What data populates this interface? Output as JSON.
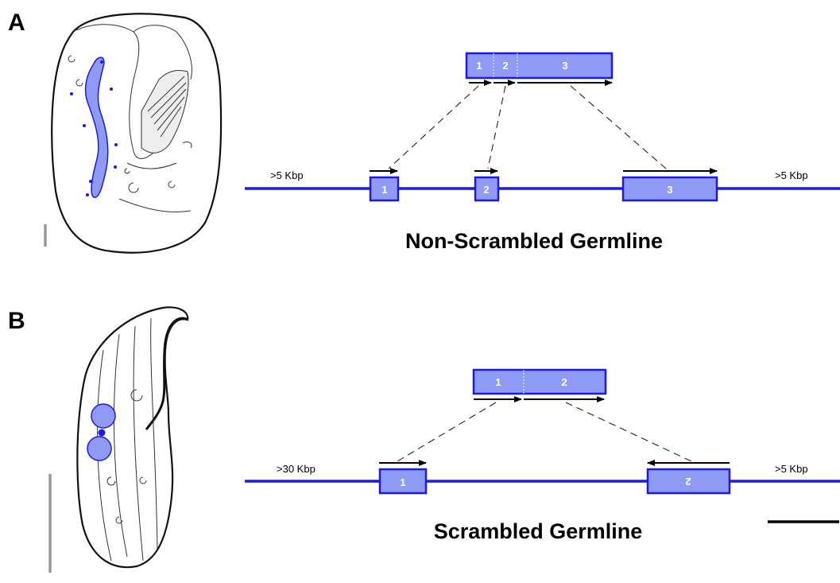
{
  "panels": {
    "a": {
      "label": "A",
      "title": "Non-Scrambled Germline",
      "left_flank": ">5 Kbp",
      "right_flank": ">5 Kbp",
      "macronuclear_segments": [
        "1",
        "2",
        "3"
      ],
      "germline_segments": [
        "1",
        "2",
        "3"
      ]
    },
    "b": {
      "label": "B",
      "title": "Scrambled Germline",
      "left_flank": ">30 Kbp",
      "right_flank": ">5 Kbp",
      "macronuclear_segments": [
        "1",
        "2"
      ],
      "germline_segments": [
        "1",
        "2"
      ]
    }
  },
  "colors": {
    "segment_fill": "#8e9af4",
    "segment_stroke": "#1a1ae6",
    "germline_line": "#1a1ae6",
    "nucleus_fill": "#8e9af4"
  }
}
